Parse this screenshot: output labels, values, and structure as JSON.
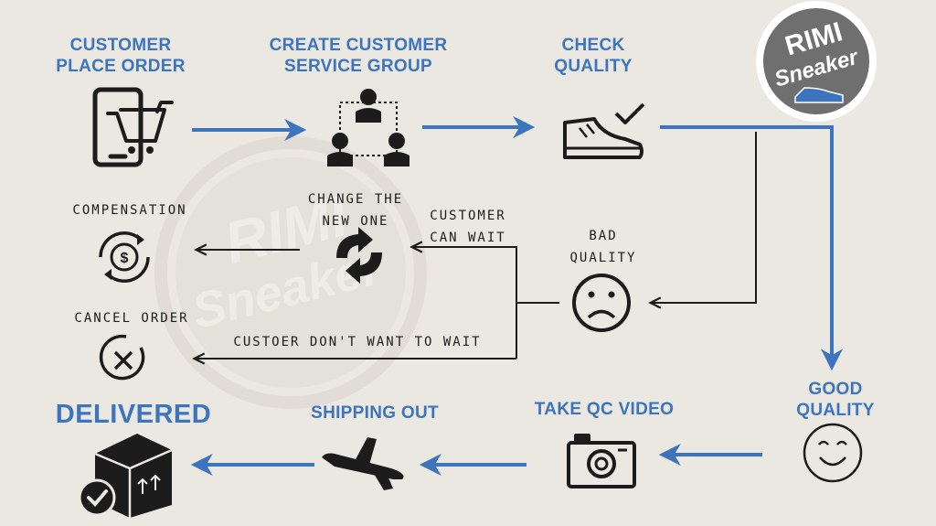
{
  "watermark": {
    "line1": "RIMI",
    "line2": "Sneaker"
  },
  "logo": {
    "line1": "RIMI",
    "line2": "Sneaker"
  },
  "steps": {
    "place_order": {
      "line1": "CUSTOMER",
      "line2": "PLACE ORDER",
      "icon": "phone-cart-icon"
    },
    "service_group": {
      "line1": "CREATE CUSTOMER",
      "line2": "SERVICE GROUP",
      "icon": "group-icon"
    },
    "check_quality": {
      "line1": "CHECK",
      "line2": "QUALITY",
      "icon": "sneaker-check-icon"
    },
    "bad_quality": {
      "line1": "BAD",
      "line2": "QUALITY",
      "icon": "sad-face-icon"
    },
    "good_quality": {
      "line1": "GOOD",
      "line2": "QUALITY",
      "icon": "smile-face-icon"
    },
    "change_new": {
      "line1": "CHANGE THE",
      "line2": "NEW ONE",
      "icon": "refresh-icon"
    },
    "compensation": {
      "label": "COMPENSATION",
      "icon": "dollar-refresh-icon"
    },
    "cancel_order": {
      "label": "CANCEL ORDER",
      "icon": "cancel-circle-icon"
    },
    "take_qc_video": {
      "label": "TAKE QC VIDEO",
      "icon": "camera-icon"
    },
    "shipping_out": {
      "label": "SHIPPING OUT",
      "icon": "airplane-icon"
    },
    "delivered": {
      "label": "DELIVERED",
      "icon": "box-check-icon"
    }
  },
  "edge_labels": {
    "can_wait": {
      "line1": "CUSTOMER",
      "line2": "CAN WAIT"
    },
    "dont_wait": "CUSTOER DON'T WANT TO WAIT"
  },
  "colors": {
    "accent": "#3c74bd",
    "ink": "#1c1c1c",
    "background": "#ebe8e2"
  }
}
